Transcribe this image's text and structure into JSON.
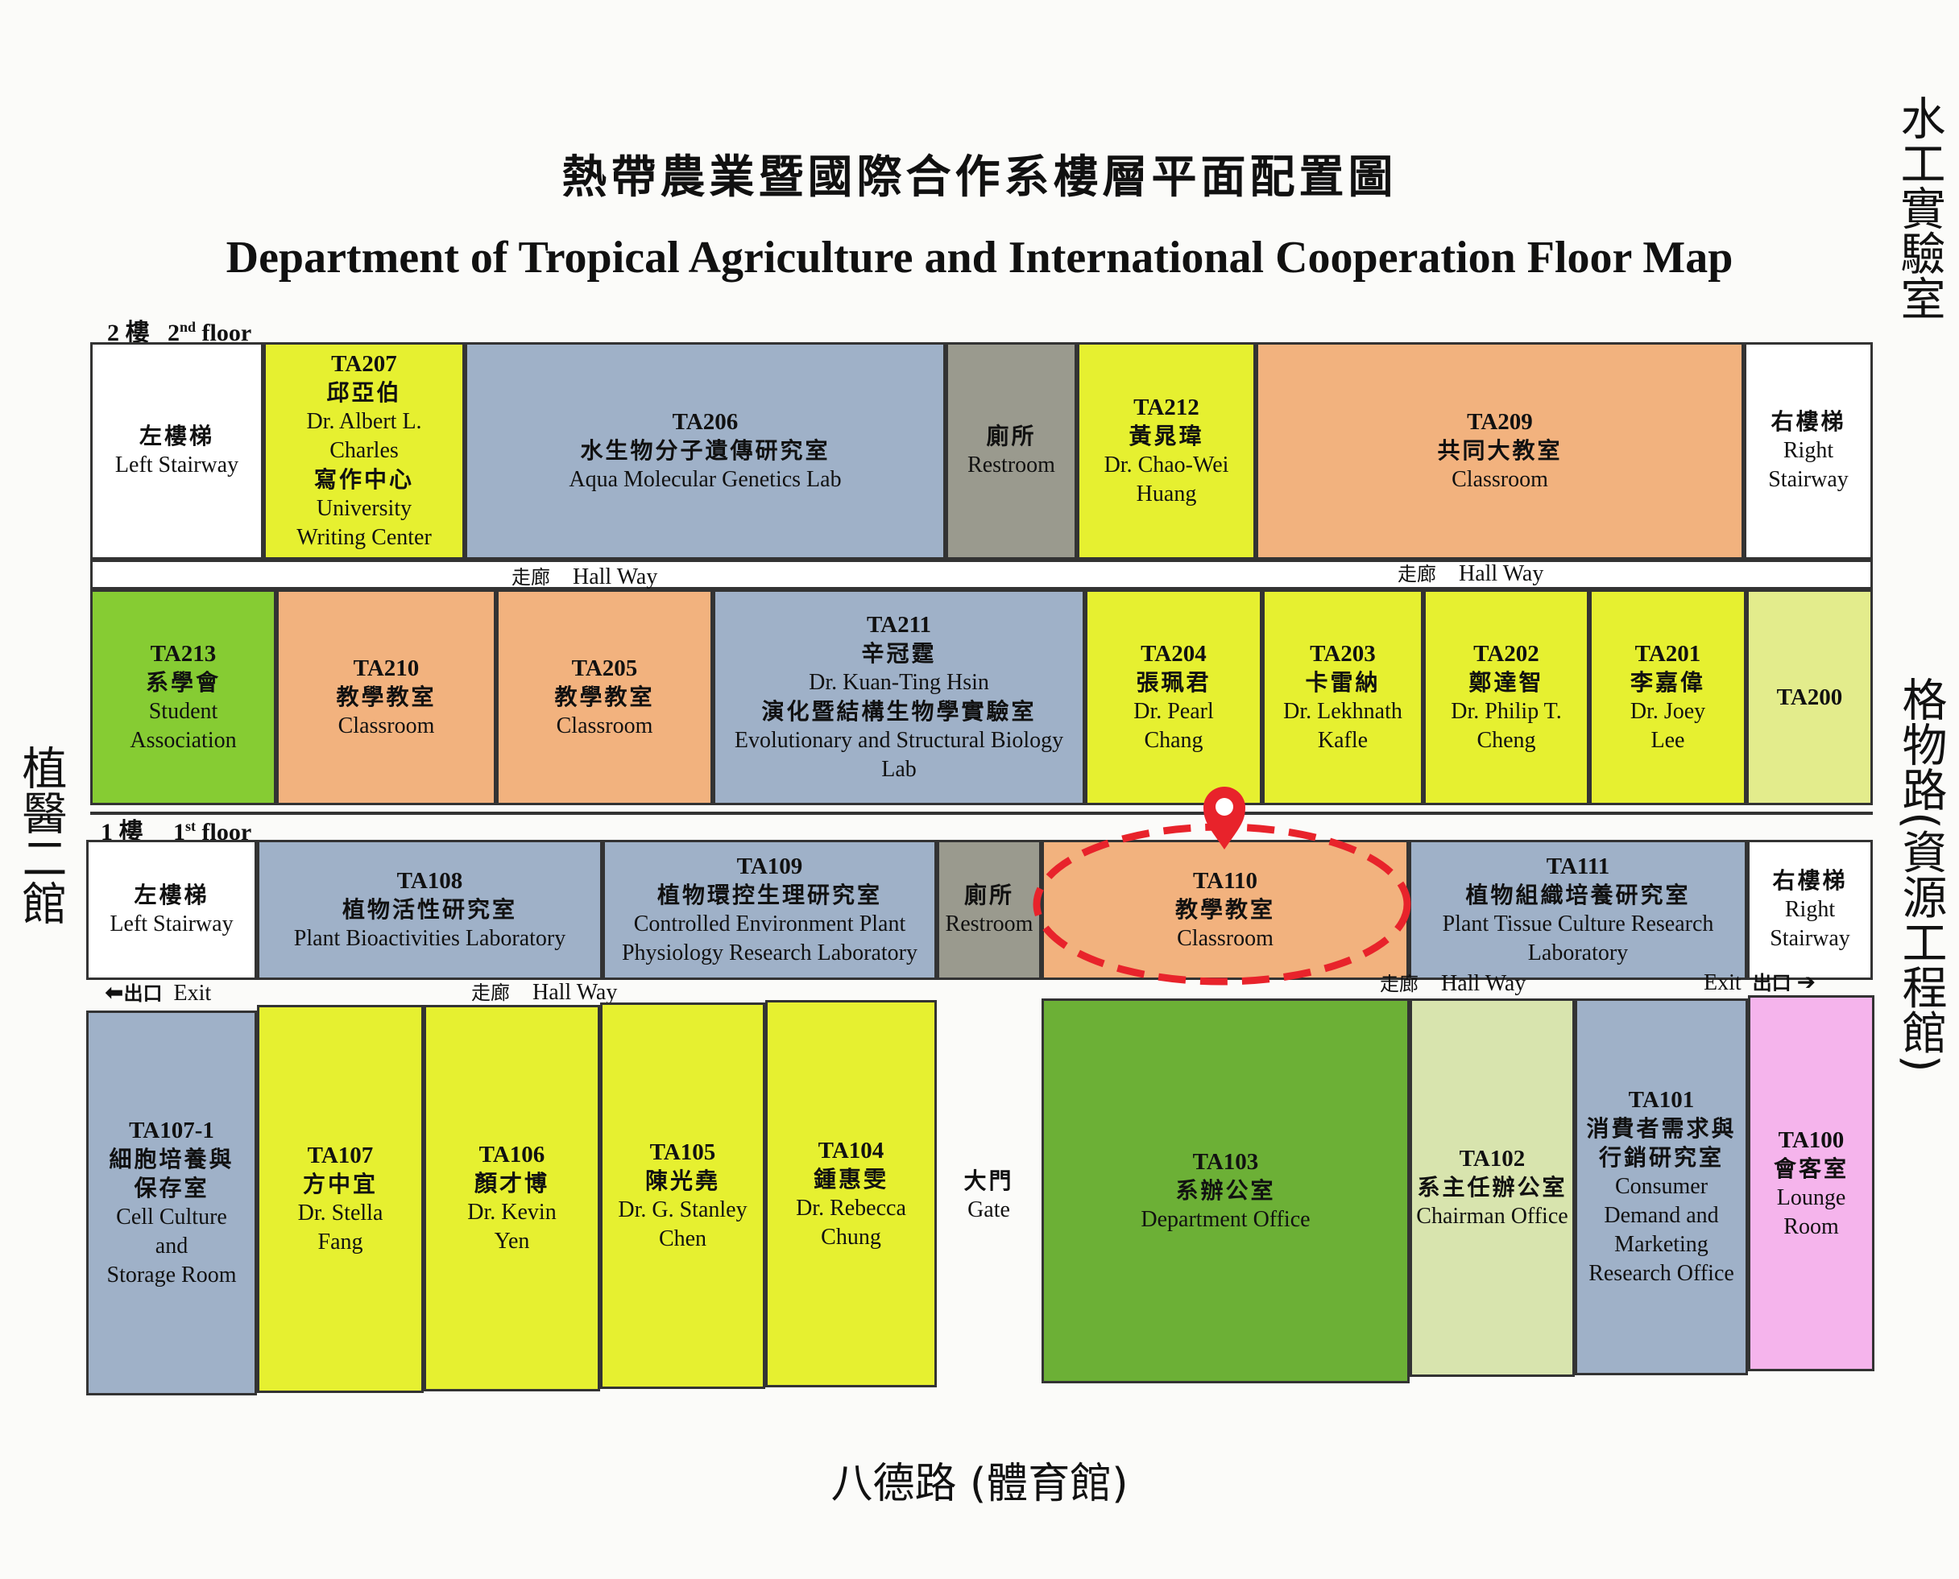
{
  "title_zh": "熱帶農業暨國際合作系樓層平面配置圖",
  "title_en": "Department of Tropical Agriculture and International Cooperation Floor Map",
  "side_labels": {
    "top_right": "水工實驗室",
    "left": "植醫二館",
    "right": "格物路(資源工程館)",
    "bottom": "八德路 (體育館)"
  },
  "floor2": {
    "label_zh": "2 樓",
    "label_en_num": "2",
    "label_en_sup": "nd",
    "label_en": "floor",
    "hall_left": {
      "zh": "走廊",
      "en": "Hall Way"
    },
    "hall_right": {
      "zh": "走廊",
      "en": "Hall Way"
    },
    "top_rooms": [
      {
        "id": "left-stairway",
        "lines": [
          "左樓梯",
          "Left Stairway"
        ],
        "color": "#ffffff"
      },
      {
        "id": "ta207",
        "lines": [
          "TA207",
          "邱亞伯",
          "Dr. Albert L.",
          "Charles",
          "寫作中心",
          "University",
          "Writing Center"
        ],
        "color": "#e6f030"
      },
      {
        "id": "ta206",
        "lines": [
          "TA206",
          "水生物分子遺傳研究室",
          "Aqua Molecular Genetics Lab"
        ],
        "color": "#9fb1c8"
      },
      {
        "id": "restroom",
        "lines": [
          "廁所",
          "Restroom"
        ],
        "color": "#9a9a8e"
      },
      {
        "id": "ta212",
        "lines": [
          "TA212",
          "黃晁瑋",
          "Dr. Chao-Wei",
          "Huang"
        ],
        "color": "#e6f030"
      },
      {
        "id": "ta209",
        "lines": [
          "TA209",
          "共同大教室",
          "Classroom"
        ],
        "color": "#f2b27e"
      },
      {
        "id": "right-stairway",
        "lines": [
          "右樓梯",
          "Right",
          "Stairway"
        ],
        "color": "#ffffff"
      }
    ],
    "bottom_rooms": [
      {
        "id": "ta213",
        "lines": [
          "TA213",
          "系學會",
          "Student",
          "Association"
        ],
        "color": "#86cc33"
      },
      {
        "id": "ta210",
        "lines": [
          "TA210",
          "教學教室",
          "Classroom"
        ],
        "color": "#f2b27e"
      },
      {
        "id": "ta205",
        "lines": [
          "TA205",
          "教學教室",
          "Classroom"
        ],
        "color": "#f2b27e"
      },
      {
        "id": "ta211",
        "lines": [
          "TA211",
          "辛冠霆",
          "Dr. Kuan-Ting Hsin",
          "演化暨結構生物學實驗室",
          "Evolutionary and Structural Biology Lab"
        ],
        "color": "#9fb1c8"
      },
      {
        "id": "ta204",
        "lines": [
          "TA204",
          "張珮君",
          "Dr. Pearl",
          "Chang"
        ],
        "color": "#e6f030"
      },
      {
        "id": "ta203",
        "lines": [
          "TA203",
          "卡雷納",
          "Dr. Lekhnath",
          "Kafle"
        ],
        "color": "#e6f030"
      },
      {
        "id": "ta202",
        "lines": [
          "TA202",
          "鄭達智",
          "Dr. Philip T.",
          "Cheng"
        ],
        "color": "#e6f030"
      },
      {
        "id": "ta201",
        "lines": [
          "TA201",
          "李嘉偉",
          "Dr. Joey",
          "Lee"
        ],
        "color": "#e6f030"
      },
      {
        "id": "ta200",
        "lines": [
          "TA200"
        ],
        "color": "#e3ec8c"
      }
    ]
  },
  "floor1": {
    "label_zh": "1 樓",
    "label_en_num": "1",
    "label_en_sup": "st",
    "label_en": "floor",
    "hall_left": {
      "zh": "走廊",
      "en": "Hall Way"
    },
    "hall_right": {
      "zh": "走廊",
      "en": "Hall Way"
    },
    "exit_left": {
      "zh": "出口",
      "en": "Exit"
    },
    "exit_right": {
      "zh": "出口",
      "en": "Exit"
    },
    "top_rooms": [
      {
        "id": "left-stairway",
        "lines": [
          "左樓梯",
          "Left Stairway"
        ],
        "color": "#ffffff"
      },
      {
        "id": "ta108",
        "lines": [
          "TA108",
          "植物活性研究室",
          "Plant Bioactivities Laboratory"
        ],
        "color": "#9fb1c8"
      },
      {
        "id": "ta109",
        "lines": [
          "TA109",
          "植物環控生理研究室",
          "Controlled Environment Plant",
          "Physiology Research Laboratory"
        ],
        "color": "#9fb1c8"
      },
      {
        "id": "restroom",
        "lines": [
          "廁所",
          "Restroom"
        ],
        "color": "#9a9a8e"
      },
      {
        "id": "ta110",
        "lines": [
          "TA110",
          "教學教室",
          "Classroom"
        ],
        "color": "#f2b27e"
      },
      {
        "id": "ta111",
        "lines": [
          "TA111",
          "植物組織培養研究室",
          "Plant Tissue Culture Research",
          "Laboratory"
        ],
        "color": "#9fb1c8"
      },
      {
        "id": "right-stairway",
        "lines": [
          "右樓梯",
          "Right",
          "Stairway"
        ],
        "color": "#ffffff"
      }
    ],
    "bottom_left_rooms": [
      {
        "id": "ta107-1",
        "lines": [
          "TA107-1",
          "細胞培養與",
          "保存室",
          "Cell Culture",
          "and",
          "Storage Room"
        ],
        "color": "#9fb1c8"
      },
      {
        "id": "ta107",
        "lines": [
          "TA107",
          "方中宜",
          "Dr. Stella",
          "Fang"
        ],
        "color": "#e6f030"
      },
      {
        "id": "ta106",
        "lines": [
          "TA106",
          "顏才博",
          "Dr. Kevin",
          "Yen"
        ],
        "color": "#e6f030"
      },
      {
        "id": "ta105",
        "lines": [
          "TA105",
          "陳光堯",
          "Dr. G. Stanley",
          "Chen"
        ],
        "color": "#e6f030"
      },
      {
        "id": "ta104",
        "lines": [
          "TA104",
          "鍾惠雯",
          "Dr. Rebecca",
          "Chung"
        ],
        "color": "#e6f030"
      }
    ],
    "gate": {
      "zh": "大門",
      "en": "Gate"
    },
    "bottom_right_rooms": [
      {
        "id": "ta103",
        "lines": [
          "TA103",
          "系辦公室",
          "Department Office"
        ],
        "color": "#6cb036"
      },
      {
        "id": "ta102",
        "lines": [
          "TA102",
          "系主任辦公室",
          "Chairman Office"
        ],
        "color": "#d8e4ae"
      },
      {
        "id": "ta101",
        "lines": [
          "TA101",
          "消費者需求與",
          "行銷研究室",
          "Consumer",
          "Demand and",
          "Marketing",
          "Research Office"
        ],
        "color": "#9fb1c8"
      },
      {
        "id": "ta100",
        "lines": [
          "TA100",
          "會客室",
          "Lounge",
          "Room"
        ],
        "color": "#f5b4ec"
      }
    ]
  },
  "highlight": {
    "room": "TA110",
    "marker_color": "#e8232b"
  }
}
